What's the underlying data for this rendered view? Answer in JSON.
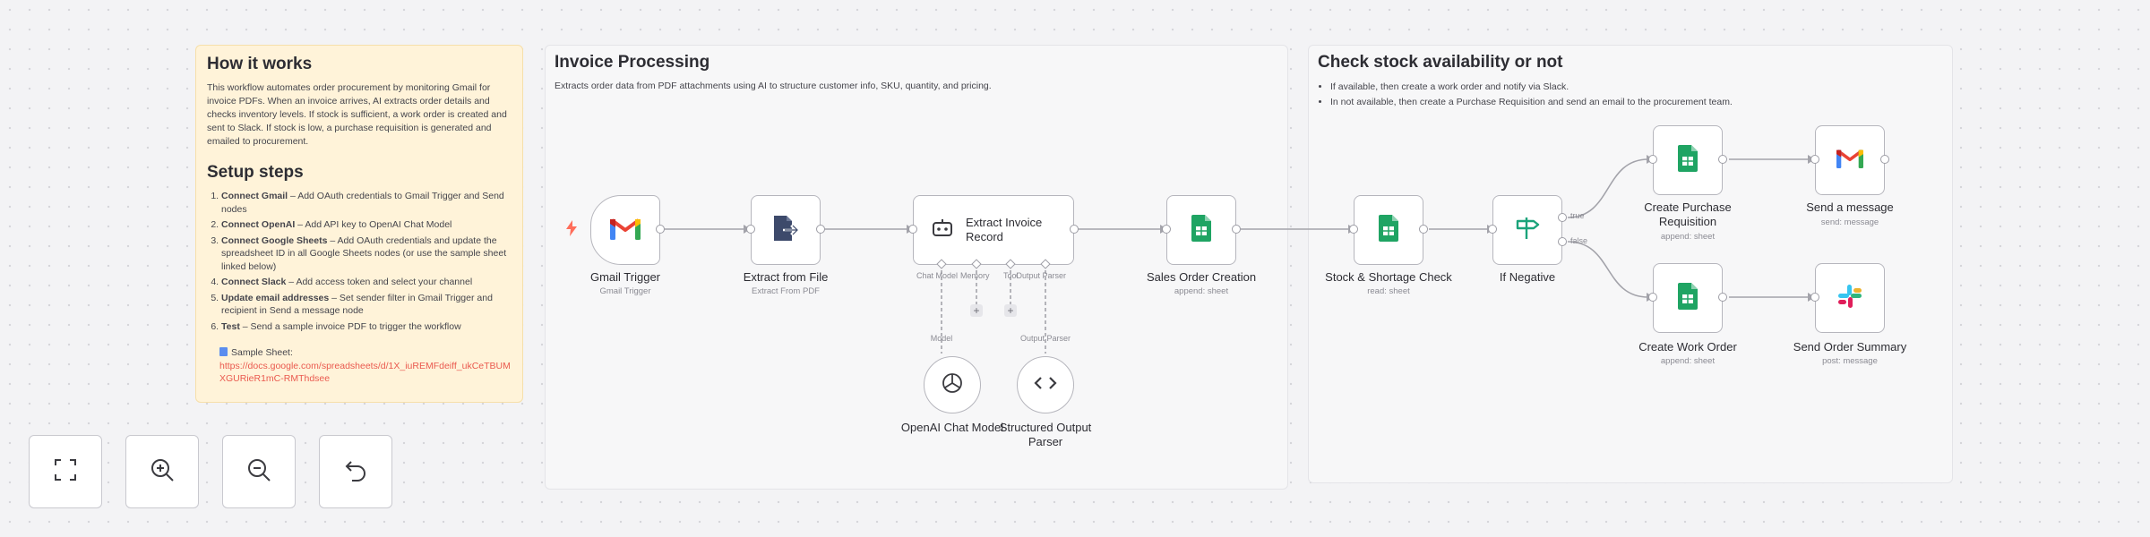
{
  "how_it_works": {
    "title": "How it works",
    "description": "This workflow automates order procurement by monitoring Gmail for invoice PDFs. When an invoice arrives, AI extracts order details and checks inventory levels. If stock is sufficient, a work order is created and sent to Slack. If stock is low, a purchase requisition is generated and emailed to procurement.",
    "setup_title": "Setup steps",
    "steps": [
      {
        "bold": "Connect Gmail",
        "text": " – Add OAuth credentials to Gmail Trigger and Send nodes"
      },
      {
        "bold": "Connect OpenAI",
        "text": " – Add API key to OpenAI Chat Model"
      },
      {
        "bold": "Connect Google Sheets",
        "text": " – Add OAuth credentials and update the spreadsheet ID in all Google Sheets nodes (or use the sample sheet linked below)"
      },
      {
        "bold": "Connect Slack",
        "text": " – Add access token and select your channel"
      },
      {
        "bold": "Update email addresses",
        "text": " – Set sender filter in Gmail Trigger and recipient in Send a message node"
      },
      {
        "bold": "Test",
        "text": " – Send a sample invoice PDF to trigger the workflow"
      }
    ],
    "sheet_label": "Sample Sheet:",
    "sheet_link": "https://docs.google.com/spreadsheets/d/1X_iuREMFdeiff_ukCeTBUMXGURieR1mC-RMThdsee"
  },
  "invoice_section": {
    "title": "Invoice Processing",
    "description": "Extracts order data from PDF attachments using AI to structure customer info, SKU, quantity, and pricing."
  },
  "stock_section": {
    "title": "Check stock availability or not",
    "bullets": [
      "If available, then create a work order and notify via Slack.",
      "In not available, then create a Purchase Requisition and send an email to the procurement team."
    ]
  },
  "nodes": {
    "gmail_trigger": {
      "label": "Gmail Trigger",
      "sub": "Gmail Trigger"
    },
    "extract_file": {
      "label": "Extract from File",
      "sub": "Extract From PDF"
    },
    "extract_invoice": {
      "label": "Extract Invoice Record",
      "ports": [
        "Chat Model",
        "Memory",
        "Tool",
        "Output Parser"
      ]
    },
    "sales_order": {
      "label": "Sales Order Creation",
      "sub": "append: sheet"
    },
    "stock_check": {
      "label": "Stock & Shortage Check",
      "sub": "read: sheet"
    },
    "if_negative": {
      "label": "If Negative",
      "true_label": "true",
      "false_label": "false"
    },
    "create_pr": {
      "label": "Create Purchase Requisition",
      "sub": "append: sheet"
    },
    "send_message": {
      "label": "Send a message",
      "sub": "send: message"
    },
    "create_wo": {
      "label": "Create Work Order",
      "sub": "append: sheet"
    },
    "send_summary": {
      "label": "Send Order Summary",
      "sub": "post: message"
    },
    "openai_model": {
      "label": "OpenAI Chat Model",
      "connector": "Model"
    },
    "output_parser": {
      "label": "Structured Output Parser",
      "connector": "Output Parser"
    }
  },
  "colors": {
    "sticky_yellow": "#fff3d9",
    "sheets_green": "#1fa463",
    "gmail_red": "#ea4335",
    "edge_gray": "#a3a3aa",
    "trigger_orange": "#ff6d5a"
  }
}
